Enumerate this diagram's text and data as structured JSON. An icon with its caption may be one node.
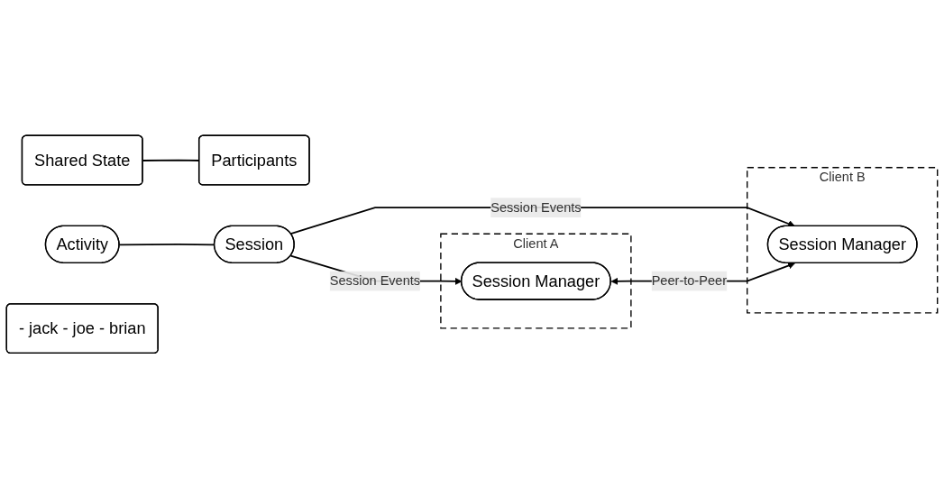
{
  "diagram": {
    "nodes": [
      {
        "text": [
          "Activity"
        ]
      },
      {
        "text": [
          "Shared State"
        ]
      },
      {
        "text": [
          "Participants"
        ]
      },
      {
        "text": [
          "- jack - joe - brian"
        ]
      },
      {
        "text": [
          "Session"
        ]
      },
      {
        "text": [
          "Client A"
        ]
      },
      {
        "text": [
          "Session Manager"
        ],
        "in": 5
      },
      {
        "text": [
          "Client B"
        ]
      },
      {
        "text": [
          "Session Manager"
        ],
        "in": 7
      }
    ],
    "edges": [
      {
        "from": 0,
        "to": 4,
        "arrow": "none"
      },
      {
        "from": 1,
        "to": 2,
        "arrow": "none"
      },
      {
        "from": 4,
        "to": 6,
        "arrow": "to",
        "label": "Session Events"
      },
      {
        "from": 4,
        "to": 8,
        "arrow": "to",
        "label": "Session Events"
      },
      {
        "from": 6,
        "to": 8,
        "arrow": "both",
        "label": "Peer-to-Peer"
      }
    ]
  }
}
